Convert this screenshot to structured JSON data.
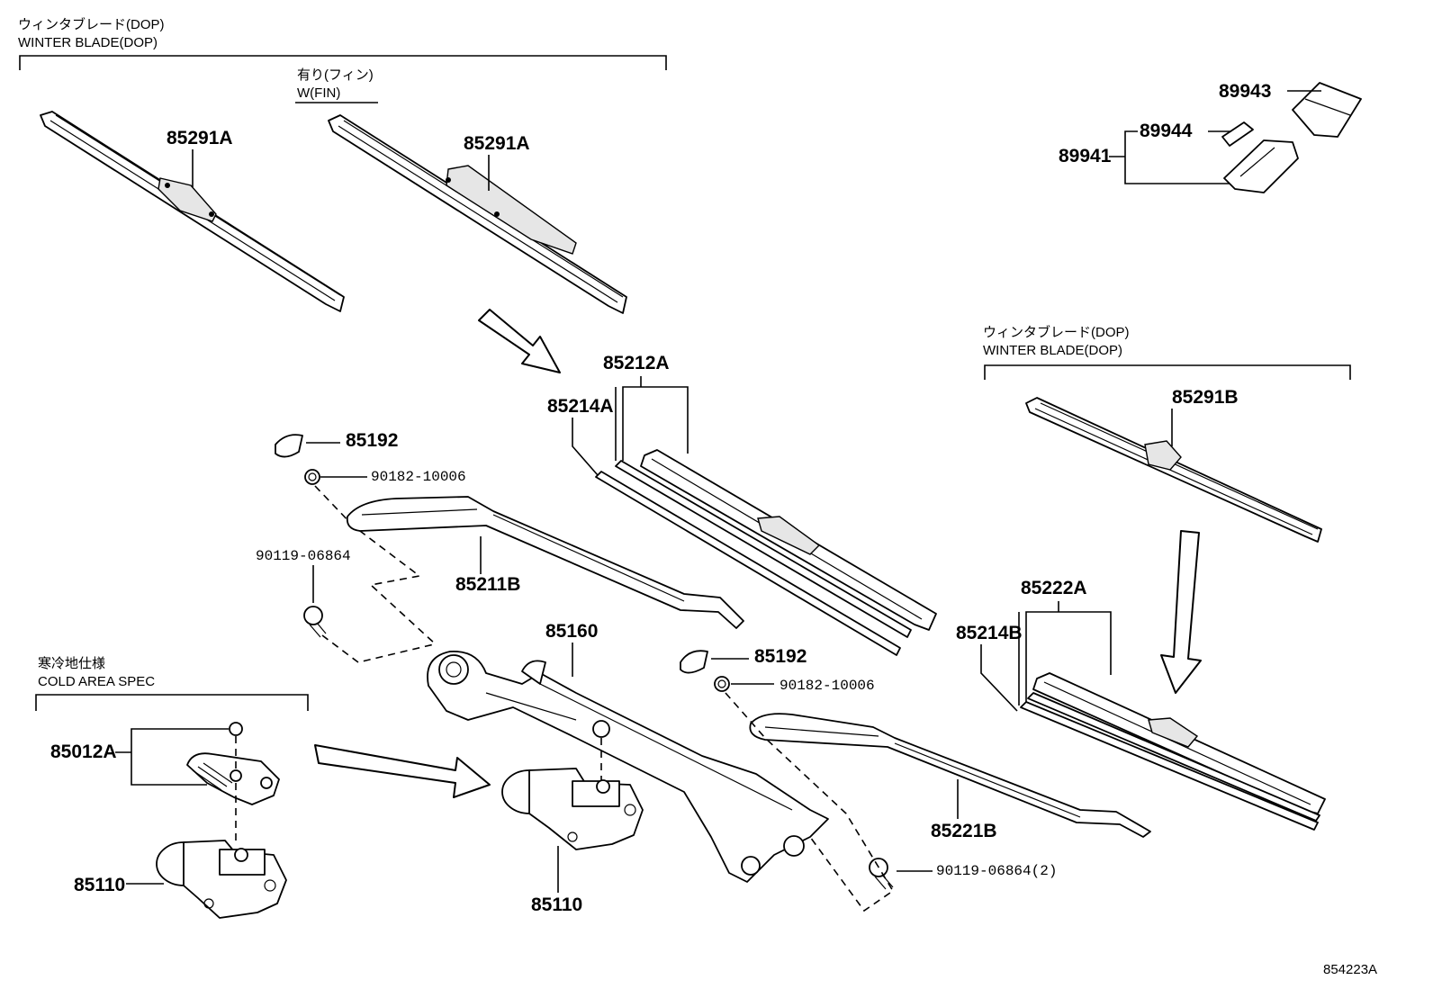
{
  "headers": {
    "winter_blade_left_jp": "ウィンタブレード(DOP)",
    "winter_blade_left_en": "WINTER BLADE(DOP)",
    "with_fin_jp": "有り(フィン)",
    "with_fin_en": "W(FIN)",
    "winter_blade_right_jp": "ウィンタブレード(DOP)",
    "winter_blade_right_en": "WINTER BLADE(DOP)",
    "cold_area_jp": "寒冷地仕様",
    "cold_area_en": "COLD AREA SPEC"
  },
  "parts": {
    "blade_winter_left": "85291A",
    "blade_winter_fin": "85291A",
    "blade_winter_right": "85291B",
    "blade_front_left": "85212A",
    "refill_left": "85214A",
    "blade_front_right": "85222A",
    "refill_right": "85214B",
    "cap_left": "85192",
    "cap_right": "85192",
    "nut_left": "90182-10006",
    "nut_right": "90182-10006",
    "bolt_left": "90119-06864",
    "bolt_right": "90119-06864(2)",
    "arm_left": "85211B",
    "arm_right": "85221B",
    "link_assy": "85160",
    "motor_main": "85110",
    "motor_cold": "85110",
    "cold_bracket": "85012A",
    "adapter_cover": "89943",
    "adapter_pad": "89944",
    "adapter_set": "89941"
  },
  "figure_id": "854223A"
}
